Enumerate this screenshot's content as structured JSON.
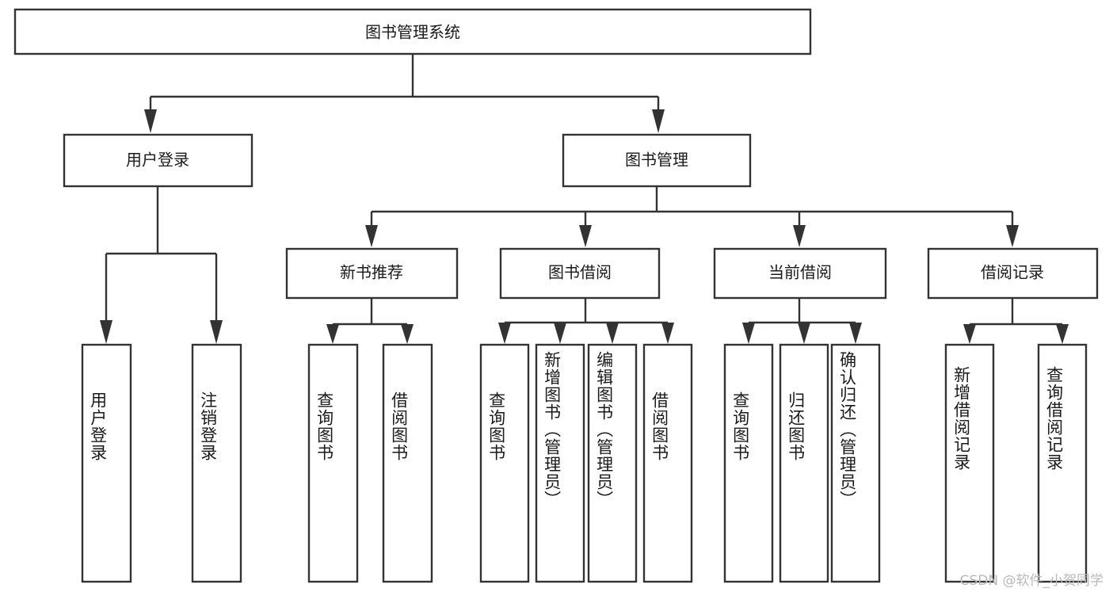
{
  "diagram": {
    "type": "tree-hierarchy",
    "title": "图书管理系统",
    "orientation": "top-down",
    "colors": {
      "box_fill": "#ffffff",
      "box_stroke": "#333333",
      "text": "#1a1a1a",
      "watermark": "#b9b9b9",
      "background": "#ffffff"
    },
    "levels": {
      "level1": [
        "图书管理系统"
      ],
      "level2": [
        "用户登录",
        "图书管理"
      ],
      "level3": [
        "新书推荐",
        "图书借阅",
        "当前借阅",
        "借阅记录"
      ],
      "level4": [
        "用户登录",
        "注销登录",
        "查询图书",
        "借阅图书",
        "查询图书",
        "新增图书（管理员）",
        "编辑图书（管理员）",
        "借阅图书",
        "查询图书",
        "归还图书",
        "确认归还（管理员）",
        "新增借阅记录",
        "查询借阅记录"
      ]
    },
    "nodes": {
      "root": {
        "label": "图书管理系统"
      },
      "user_login": {
        "label": "用户登录"
      },
      "book_manage": {
        "label": "图书管理"
      },
      "new_book_rec": {
        "label": "新书推荐"
      },
      "book_borrow": {
        "label": "图书借阅"
      },
      "current_borrow": {
        "label": "当前借阅"
      },
      "borrow_record": {
        "label": "借阅记录"
      },
      "leaf_user_login": {
        "label": "用户登录"
      },
      "leaf_logout": {
        "label": "注销登录"
      },
      "leaf_query_book_1": {
        "label": "查询图书"
      },
      "leaf_borrow_book_1": {
        "label": "借阅图书"
      },
      "leaf_query_book_2": {
        "label": "查询图书"
      },
      "leaf_add_book": {
        "label": "新增图书（管理员）"
      },
      "leaf_edit_book": {
        "label": "编辑图书（管理员）"
      },
      "leaf_borrow_book_2": {
        "label": "借阅图书"
      },
      "leaf_query_book_3": {
        "label": "查询图书"
      },
      "leaf_return_book": {
        "label": "归还图书"
      },
      "leaf_confirm_return": {
        "label": "确认归还（管理员）"
      },
      "leaf_add_record": {
        "label": "新增借阅记录"
      },
      "leaf_query_record": {
        "label": "查询借阅记录"
      }
    },
    "edges": [
      {
        "from": "root",
        "to": "user_login"
      },
      {
        "from": "root",
        "to": "book_manage"
      },
      {
        "from": "user_login",
        "to": "leaf_user_login"
      },
      {
        "from": "user_login",
        "to": "leaf_logout"
      },
      {
        "from": "book_manage",
        "to": "new_book_rec"
      },
      {
        "from": "book_manage",
        "to": "book_borrow"
      },
      {
        "from": "book_manage",
        "to": "current_borrow"
      },
      {
        "from": "book_manage",
        "to": "borrow_record"
      },
      {
        "from": "new_book_rec",
        "to": "leaf_query_book_1"
      },
      {
        "from": "new_book_rec",
        "to": "leaf_borrow_book_1"
      },
      {
        "from": "book_borrow",
        "to": "leaf_query_book_2"
      },
      {
        "from": "book_borrow",
        "to": "leaf_add_book"
      },
      {
        "from": "book_borrow",
        "to": "leaf_edit_book"
      },
      {
        "from": "book_borrow",
        "to": "leaf_borrow_book_2"
      },
      {
        "from": "current_borrow",
        "to": "leaf_query_book_3"
      },
      {
        "from": "current_borrow",
        "to": "leaf_return_book"
      },
      {
        "from": "current_borrow",
        "to": "leaf_confirm_return"
      },
      {
        "from": "borrow_record",
        "to": "leaf_add_record"
      },
      {
        "from": "borrow_record",
        "to": "leaf_query_record"
      }
    ]
  },
  "watermark": {
    "text": "CSDN @软件_小贺同学"
  }
}
